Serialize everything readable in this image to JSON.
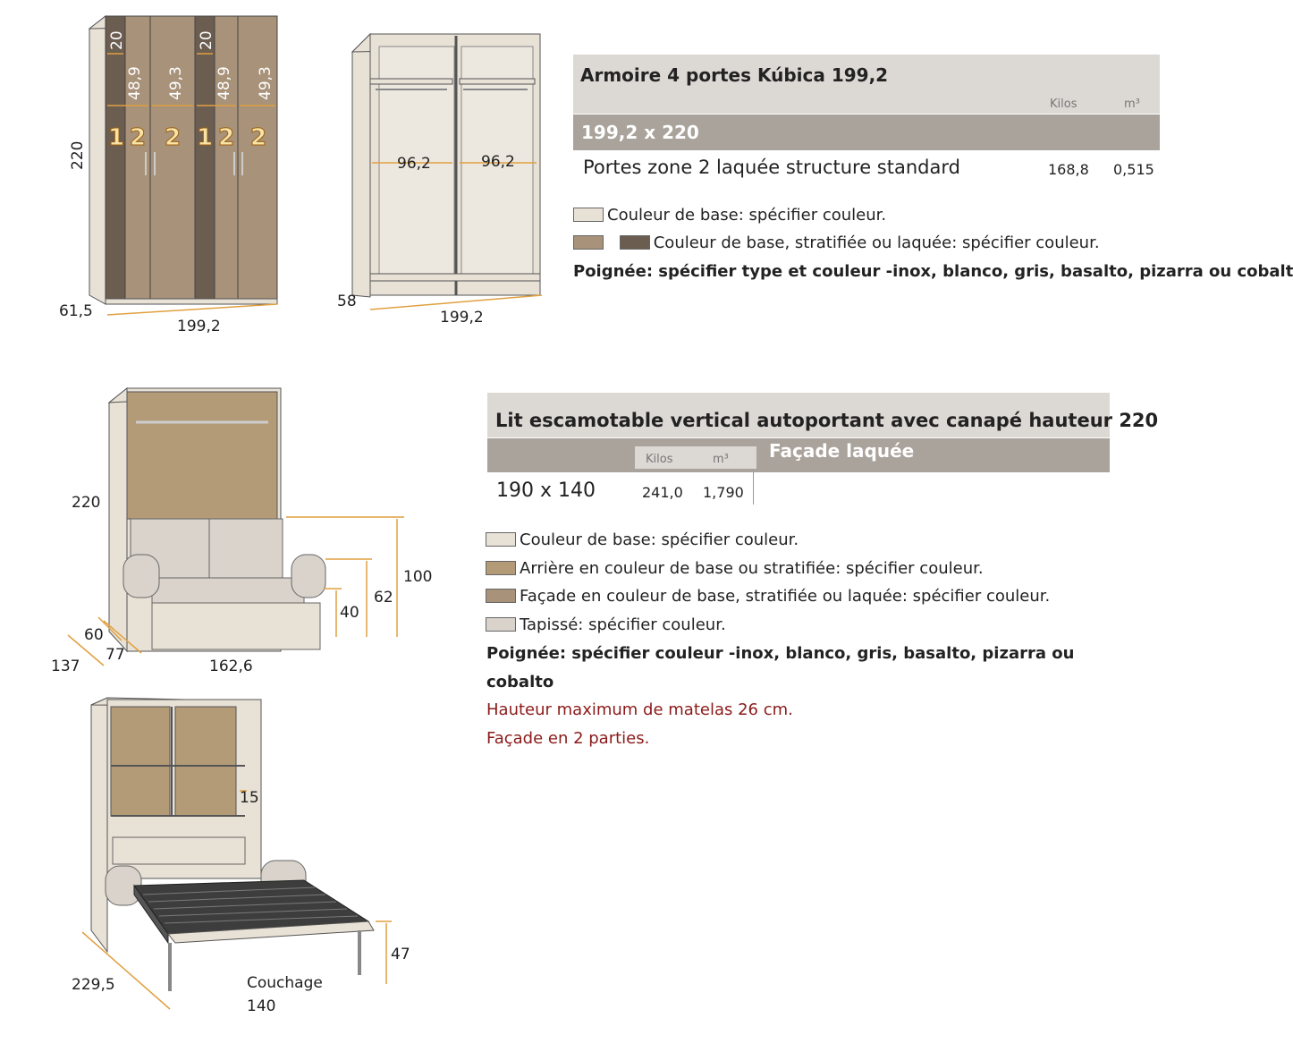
{
  "wardrobe": {
    "title": "Armoire 4 portes Kúbica 199,2",
    "col_kilos": "Kilos",
    "col_m3": "m³",
    "dims": "199,2 x 220",
    "row_desc": "Portes zone 2 laquée structure standard",
    "row_kilos": "168,8",
    "row_m3": "0,515",
    "legend": [
      "Couleur de base: spécifier couleur.",
      "Couleur de base, stratifiée ou laquée: spécifier couleur."
    ],
    "handle_note": "Poignée: spécifier type et couleur -inox, blanco, gris, basalto, pizarra ou cobalto",
    "drawing1": {
      "height": "220",
      "depth": "61,5",
      "width": "199,2",
      "narrow_a": "20",
      "narrow_b": "20",
      "door_a": "48,9",
      "door_b": "49,3",
      "door_c": "48,9",
      "door_d": "49,3",
      "zone_labels": [
        "1",
        "2",
        "2",
        "1",
        "2",
        "2"
      ]
    },
    "drawing2": {
      "depth": "58",
      "width": "199,2",
      "inner_left": "96,2",
      "inner_right": "96,2"
    }
  },
  "bed": {
    "title": "Lit escamotable vertical autoportant avec canapé hauteur 220",
    "col_kilos": "Kilos",
    "col_m3": "m³",
    "facade": "Façade laquée",
    "dims": "190 x 140",
    "row_kilos": "241,0",
    "row_m3": "1,790",
    "legend": [
      "Couleur de base: spécifier couleur.",
      "Arrière en couleur de base ou stratifiée: spécifier couleur.",
      "Façade en couleur de base, stratifiée ou laquée: spécifier couleur.",
      "Tapissé: spécifier couleur."
    ],
    "handle_note_line1": "Poignée: spécifier couleur -inox, blanco, gris, basalto, pizarra ou",
    "handle_note_line2": "cobalto",
    "red_note1": "Hauteur maximum de matelas 26 cm.",
    "red_note2": "Façade en 2 parties.",
    "drawing1": {
      "height": "220",
      "h100": "100",
      "h62": "62",
      "h40": "40",
      "d60": "60",
      "d77": "77",
      "d137": "137",
      "width": "162,6"
    },
    "drawing2": {
      "shelf": "15",
      "leg": "47",
      "length": "229,5",
      "couchage_label": "Couchage",
      "couchage_value": "140"
    }
  },
  "colors": {
    "base": "#e8e1d6",
    "brown_light": "#a89279",
    "brown_dark": "#6b5d50",
    "back": "#b39b78",
    "upholstery": "#d9d3cb",
    "dim_orange": "#e0a040",
    "table_head": "#dcd8d4",
    "table_band": "#aaa39c",
    "red_note": "#8b1a1a"
  }
}
